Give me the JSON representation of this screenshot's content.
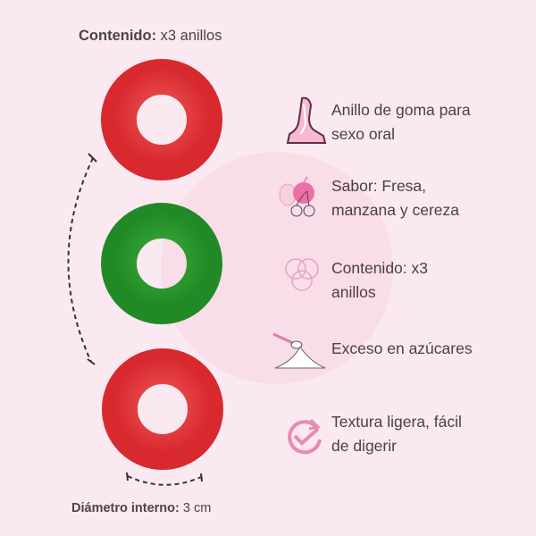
{
  "header": {
    "label": "Contenido:",
    "value": "x3 anillos"
  },
  "footer": {
    "label": "Diámetro interno:",
    "value": "3 cm"
  },
  "rings": [
    {
      "color": "#e23a3e",
      "name": "red"
    },
    {
      "color": "#2c9a2e",
      "name": "green"
    },
    {
      "color": "#e23a3e",
      "name": "red"
    }
  ],
  "features": [
    {
      "icon": "ring-toy-icon",
      "line1": "Anillo de goma para",
      "line2": "sexo oral"
    },
    {
      "icon": "fruits-icon",
      "line1": "Sabor: Fresa,",
      "line2": "manzana y cereza"
    },
    {
      "icon": "three-rings-icon",
      "line1": "Contenido: x3",
      "line2": "anillos"
    },
    {
      "icon": "sugar-spoon-icon",
      "line1": "Exceso en azúcares",
      "line2": ""
    },
    {
      "icon": "check-cycle-icon",
      "line1": "Textura ligera, fácil",
      "line2": "de digerir"
    }
  ],
  "accent": "#e889b6"
}
